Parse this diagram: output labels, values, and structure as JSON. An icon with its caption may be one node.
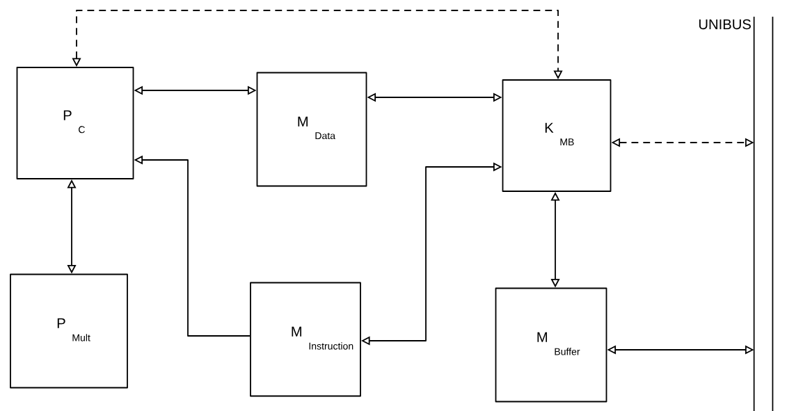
{
  "diagram": {
    "nodes": [
      {
        "text": [
          "P",
          "C"
        ]
      },
      {
        "text": [
          "M",
          "Data"
        ]
      },
      {
        "text": [
          "K",
          "MB"
        ]
      },
      {
        "text": [
          "UNIBUS"
        ]
      },
      {
        "text": [
          "P",
          "Mult"
        ]
      },
      {
        "text": [
          "M",
          "Instruction"
        ]
      },
      {
        "text": [
          "M",
          "Buffer"
        ]
      }
    ],
    "edges": [
      {
        "from": 0,
        "to": 2,
        "arrow": "both",
        "style": "dashed"
      },
      {
        "from": 0,
        "to": 1,
        "arrow": "both"
      },
      {
        "from": 1,
        "to": 2,
        "arrow": "both"
      },
      {
        "from": 2,
        "to": 3,
        "arrow": "both",
        "style": "dashed"
      },
      {
        "from": 5,
        "to": 0,
        "arrow": "to"
      },
      {
        "from": 5,
        "to": 2,
        "arrow": "both"
      },
      {
        "from": 0,
        "to": 4,
        "arrow": "both"
      },
      {
        "from": 2,
        "to": 6,
        "arrow": "both"
      },
      {
        "from": 6,
        "to": 3,
        "arrow": "both"
      }
    ]
  }
}
